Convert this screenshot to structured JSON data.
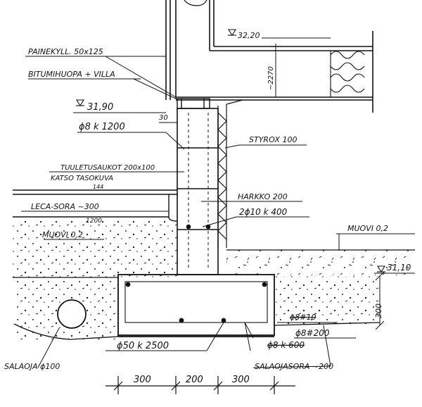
{
  "labels": {
    "painekyll": "PAINEKYLL. 50x125",
    "bitumihuopa": "BITUMIHUOPA + VILLA",
    "level_floor": "32,20",
    "height_2270": "~2270",
    "level_sill": "31,90",
    "dim_30": "30",
    "rebar_top": "ϕ8 k 1200",
    "styrox": "STYROX 100",
    "tuuletus_1": "TUULETUSAUKOT 200x100",
    "tuuletus_2": "KATSO TASOKUVA",
    "dim_144": "144",
    "harkko": "HARKKO 200",
    "rebar_harkko": "2ϕ10 k 400",
    "leca": "LECA-SORA ~300",
    "dim_1200": "1200",
    "muovi_left": "MUOVI 0,2",
    "muovi_right": "MUOVI 0,2",
    "level_ground": "31,10",
    "height_300": "300",
    "rebar_struck": "ϕ8#10",
    "rebar_footing_new": "ϕ8#200",
    "rebar_footing_old": "ϕ8 k 600",
    "rebar_bottom": "ϕ50 k 2500",
    "salaoja": "SALAOJA ϕ100",
    "salaojasora": "SALAOJASORA ~200",
    "dim_a": "300",
    "dim_b": "200",
    "dim_c": "300"
  },
  "icons": [
    "level-marker-icon",
    "drain-pipe-icon",
    "insulation-batt-icon"
  ]
}
